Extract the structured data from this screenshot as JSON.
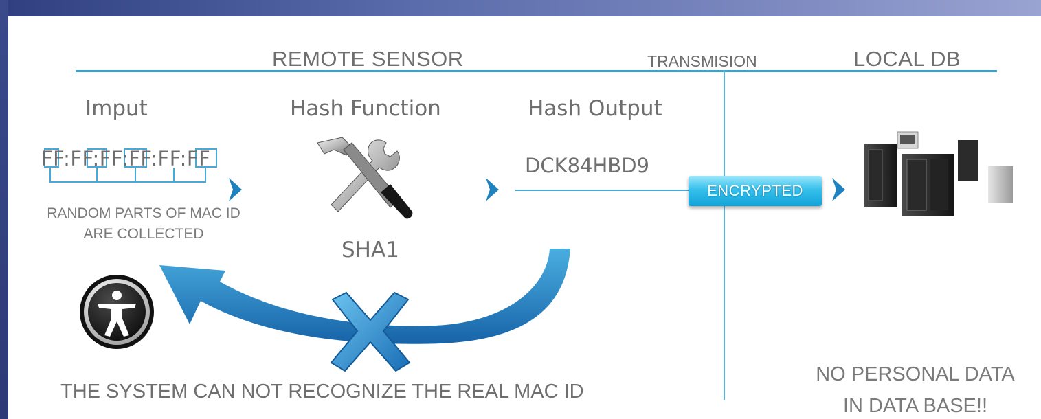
{
  "headers": {
    "remote_sensor": "REMOTE SENSOR",
    "transmission": "TRANSMISION",
    "local_db": "LOCAL DB"
  },
  "steps": {
    "input": "Imput",
    "hash_function": "Hash Function",
    "hash_output": "Hash Output"
  },
  "mac_address": "FF:FF:FF:FF:FF:FF",
  "mac_note_line1": "RANDOM PARTS OF MAC ID",
  "mac_note_line2": "ARE COLLECTED",
  "hash_algorithm": "SHA1",
  "hash_value": "DCK84HBD9",
  "encrypted_label": "ENCRYPTED",
  "bottom_message": "THE SYSTEM CAN NOT RECOGNIZE THE REAL MAC ID",
  "db_message_line1": "NO PERSONAL DATA",
  "db_message_line2": "IN DATA BASE!!",
  "colors": {
    "accent": "#37a6cf",
    "arrow": "#1e82c0",
    "cross": "#2f8ecf",
    "text": "#6f6f6f"
  },
  "icons": [
    "hammer-wrench-icon",
    "server-icon",
    "accessibility-icon",
    "cross-icon",
    "chevron-right-icon"
  ]
}
